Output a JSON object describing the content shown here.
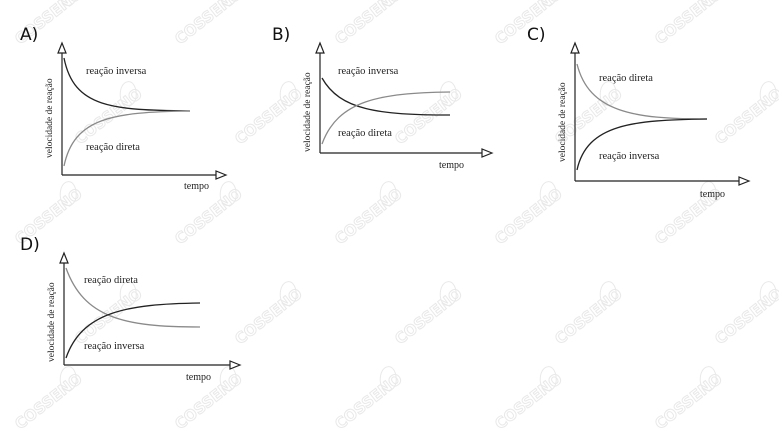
{
  "watermark": {
    "text": "COSSENO",
    "color": "#e9e9e9"
  },
  "axes": {
    "ylabel": "velocidade de reação",
    "xlabel": "tempo"
  },
  "options": [
    {
      "letter": "A)",
      "upper_label": "reação inversa",
      "lower_label": "reação direta"
    },
    {
      "letter": "B)",
      "upper_label": "reação inversa",
      "lower_label": "reação direta"
    },
    {
      "letter": "C)",
      "upper_label": "reação direta",
      "lower_label": "reação inversa"
    },
    {
      "letter": "D)",
      "upper_label": "reação direta",
      "lower_label": "reação inversa"
    }
  ]
}
